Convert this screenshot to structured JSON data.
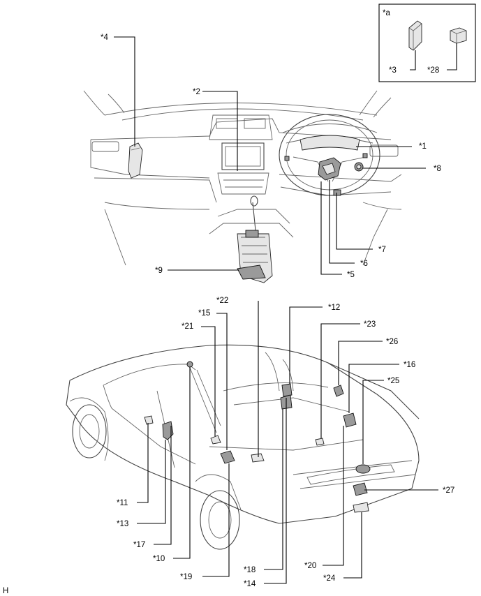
{
  "inset": {
    "label": "*a"
  },
  "callouts": {
    "c1": "*1",
    "c2": "*2",
    "c3": "*3",
    "c4": "*4",
    "c5": "*5",
    "c6": "*6",
    "c7": "*7",
    "c8": "*8",
    "c9": "*9",
    "c10": "*10",
    "c11": "*11",
    "c12": "*12",
    "c13": "*13",
    "c14": "*14",
    "c15": "*15",
    "c16": "*16",
    "c17": "*17",
    "c18": "*18",
    "c19": "*19",
    "c20": "*20",
    "c21": "*21",
    "c22": "*22",
    "c23": "*23",
    "c24": "*24",
    "c25": "*25",
    "c26": "*26",
    "c27": "*27",
    "c28": "*28"
  },
  "corner_mark": "H"
}
